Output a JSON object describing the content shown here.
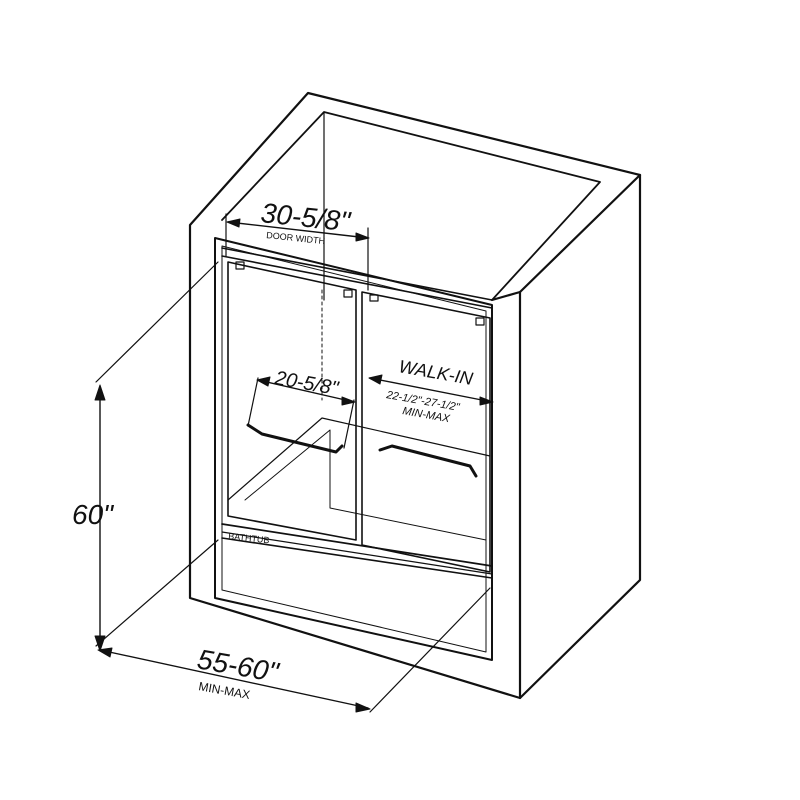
{
  "dimensions": {
    "door_width": {
      "value": "30-5/8\"",
      "label": "DOOR WIDTH"
    },
    "panel": {
      "value": "20-5/8\""
    },
    "walk_in": {
      "title": "WALK-IN",
      "range": "22-1/2\"-27-1/2\"",
      "label": "MIN-MAX"
    },
    "height": {
      "value": "60\""
    },
    "width": {
      "value": "55-60\"",
      "label": "MIN-MAX"
    }
  },
  "labels": {
    "bathtub": "BATHTUB"
  }
}
